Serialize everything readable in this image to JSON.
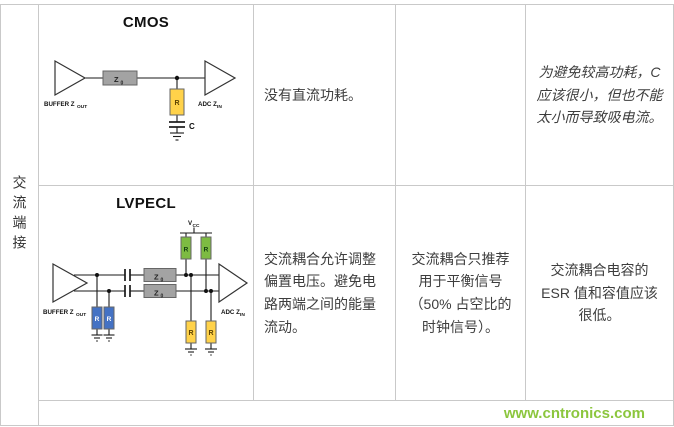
{
  "colors": {
    "border": "#c9c9c9",
    "text": "#3d3d3d",
    "watermark_green": "#8cc63e",
    "z_box_fill": "#a3a3a3",
    "r_yellow": "#ffd24a",
    "r_green": "#7dbb42",
    "r_blue": "#4472c4"
  },
  "row_header": {
    "label": "交流端接"
  },
  "rows": [
    {
      "title": "CMOS",
      "labels": {
        "buffer": "BUFFER Z",
        "buffer_sub": "OUT",
        "adc": "ADC Z",
        "adc_sub": "IN",
        "z": "Z",
        "z_sub": "0",
        "r": "R",
        "c": "C"
      },
      "cells": [
        "没有直流功耗。",
        "",
        "为避免较高功耗，C 应该很小，但也不能太小而导致吸电流。"
      ]
    },
    {
      "title": "LVPECL",
      "labels": {
        "buffer": "BUFFER Z",
        "buffer_sub": "OUT",
        "adc": "ADC Z",
        "adc_sub": "IN",
        "z": "Z",
        "z_sub": "0",
        "r": "R",
        "vcc": "V",
        "vcc_sub": "CC"
      },
      "cells": [
        "交流耦合允许调整偏置电压。避免电路两端之间的能量流动。",
        "交流耦合只推荐用于平衡信号（50% 占空比的时钟信号）。",
        "交流耦合电容的 ESR 值和容值应该很低。"
      ]
    }
  ],
  "watermark": "www.cntronics.com"
}
